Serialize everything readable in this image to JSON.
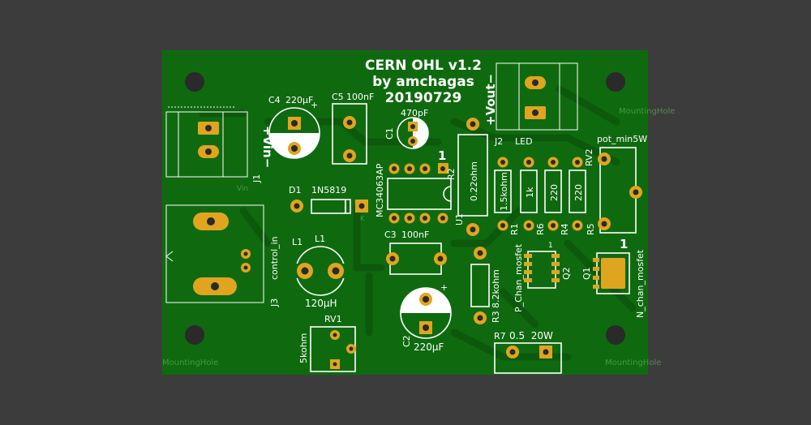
{
  "board": {
    "header": {
      "line1": "CERN OHL v1.2",
      "line2": "by amchagas",
      "line3": "20190729"
    },
    "mounting_holes": [
      "MountingHole",
      "MountingHole",
      "MountingHole",
      "MountingHole"
    ],
    "components": {
      "c4": {
        "ref": "C4",
        "value": "220µF"
      },
      "c5": {
        "ref": "C5",
        "value": "100nF"
      },
      "c1": {
        "ref": "C1",
        "value": "470pF"
      },
      "j1": {
        "ref": "J1",
        "label": "+Vin−",
        "value": "Vin"
      },
      "j2": {
        "ref": "J2",
        "label": "+Vout−",
        "value": "LED"
      },
      "d1": {
        "ref": "D1",
        "value": "1N5819",
        "pin": "K"
      },
      "u1": {
        "ref": "U1",
        "value": "MC34063AP",
        "pin1": "1"
      },
      "r2": {
        "ref": "R2",
        "value": "0.22ohm",
        "pin1": "1"
      },
      "r1": {
        "ref": "R1",
        "value": "1.5kohm"
      },
      "r6": {
        "ref": "R6",
        "value": "1k"
      },
      "r4": {
        "ref": "R4",
        "value": "220"
      },
      "r5": {
        "ref": "R5",
        "value": "220"
      },
      "rv2": {
        "ref": "RV2",
        "value": "pot_min5W"
      },
      "j3": {
        "ref": "J3",
        "value": "control_in"
      },
      "l1": {
        "ref": "L1",
        "value": "120µH",
        "ref2": "L1"
      },
      "c3": {
        "ref": "C3",
        "value": "100nF"
      },
      "c2": {
        "ref": "C2",
        "value": "220µF"
      },
      "r3": {
        "ref": "R3",
        "value": "8.2kohm"
      },
      "q2": {
        "ref": "Q2",
        "value": "P_Chan_mosfet",
        "pin1": "1"
      },
      "q1": {
        "ref": "Q1",
        "value": "N_chan_mosfet",
        "pin1": "1"
      },
      "rv1": {
        "ref": "RV1",
        "value": "5kohm"
      },
      "r7": {
        "ref": "R7",
        "value": "0.5  20W"
      }
    }
  }
}
